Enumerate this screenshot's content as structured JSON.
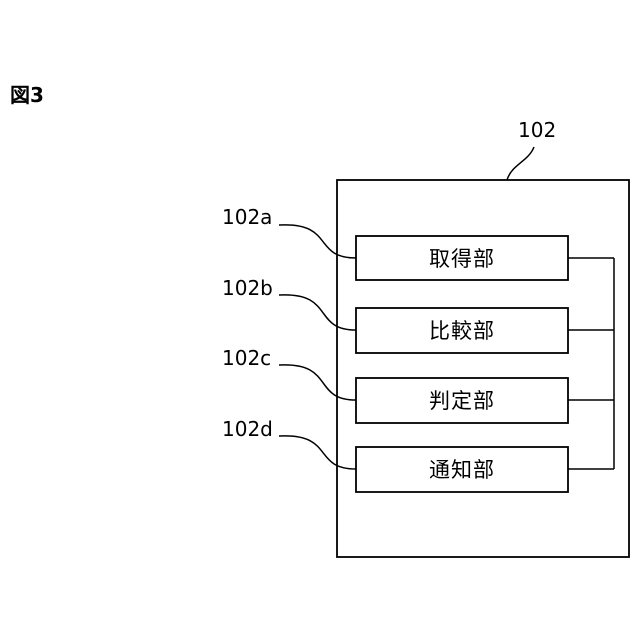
{
  "figure_label": "図3",
  "container": {
    "ref": "102"
  },
  "units": [
    {
      "ref": "102a",
      "label": "取得部"
    },
    {
      "ref": "102b",
      "label": "比較部"
    },
    {
      "ref": "102c",
      "label": "判定部"
    },
    {
      "ref": "102d",
      "label": "通知部"
    }
  ]
}
